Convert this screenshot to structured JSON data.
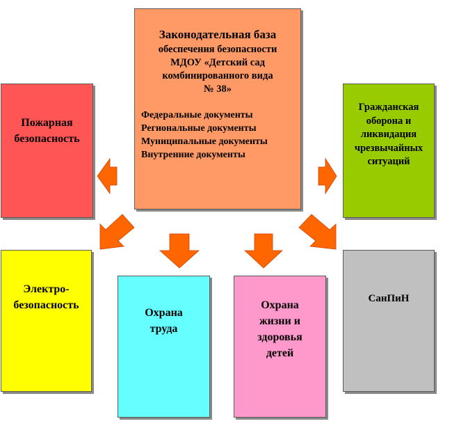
{
  "center": {
    "title": "Законодательная база",
    "subtitle": [
      "обеспечения безопасности",
      "МДОУ «Детский сад",
      "комбинированного вида",
      "№ 38»"
    ],
    "items": [
      "Федеральные документы",
      "Региональные документы",
      "Муниципальные документы",
      "Внутренние документы"
    ]
  },
  "boxes": {
    "fire": [
      "Пожарная",
      "безопасность"
    ],
    "civil": [
      "Гражданская",
      "оборона и",
      "ликвидация",
      "чрезвычайных",
      "ситуаций"
    ],
    "electric": [
      "Электро-",
      "безопасность"
    ],
    "labor": [
      "Охрана",
      "труда"
    ],
    "children": [
      "Охрана",
      "жизни и",
      "здоровья",
      "детей"
    ],
    "sanpin": [
      "СанПиН"
    ]
  },
  "colors": {
    "center": "#ff9966",
    "fire": "#ff5555",
    "civil": "#99cc00",
    "electric": "#ffff00",
    "labor": "#66ffff",
    "children": "#ff99cc",
    "sanpin": "#c0c0c0",
    "arrow": "#ff6600"
  }
}
